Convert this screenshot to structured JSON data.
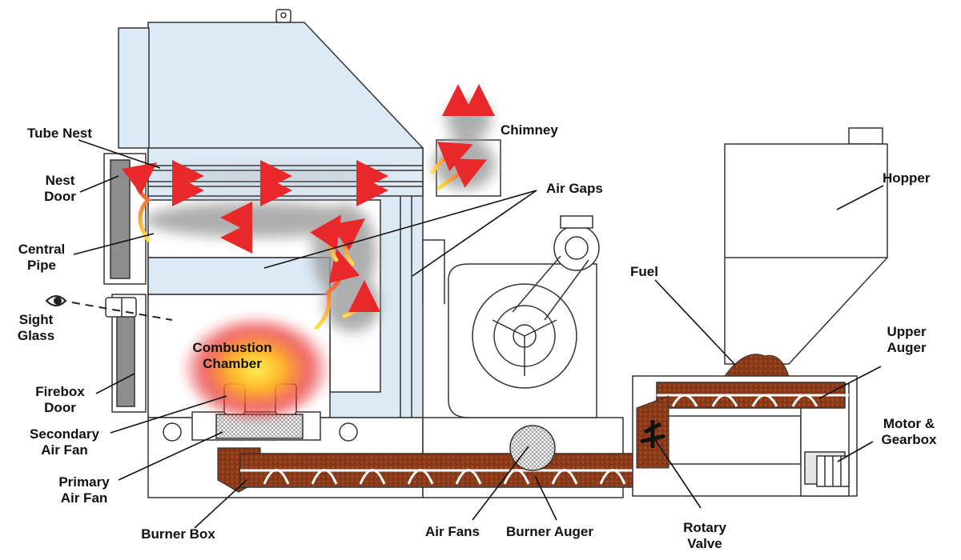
{
  "labels": {
    "tube_nest": "Tube Nest",
    "nest_door_1": "Nest",
    "nest_door_2": "Door",
    "central_pipe_1": "Central",
    "central_pipe_2": "Pipe",
    "sight_glass_1": "Sight",
    "sight_glass_2": "Glass",
    "firebox_door_1": "Firebox",
    "firebox_door_2": "Door",
    "secondary_air_fan_1": "Secondary",
    "secondary_air_fan_2": "Air Fan",
    "primary_air_fan_1": "Primary",
    "primary_air_fan_2": "Air Fan",
    "burner_box": "Burner Box",
    "combustion_chamber_1": "Combustion",
    "combustion_chamber_2": "Chamber",
    "chimney": "Chimney",
    "air_gaps": "Air Gaps",
    "hopper": "Hopper",
    "fuel": "Fuel",
    "upper_auger_1": "Upper",
    "upper_auger_2": "Auger",
    "motor_gearbox_1": "Motor &",
    "motor_gearbox_2": "Gearbox",
    "air_fans": "Air Fans",
    "burner_auger": "Burner Auger",
    "rotary_valve_1": "Rotary",
    "rotary_valve_2": "Valve"
  },
  "colors": {
    "body_fill": "#dceaf5",
    "outline": "#333333",
    "fuel": "#8b3a1a",
    "smoke": "#9a9a9a",
    "flame_core": "#ffe34a",
    "flame_outer": "#e8282a",
    "door": "#9a9a9a"
  },
  "icons": [
    "eye-icon"
  ]
}
